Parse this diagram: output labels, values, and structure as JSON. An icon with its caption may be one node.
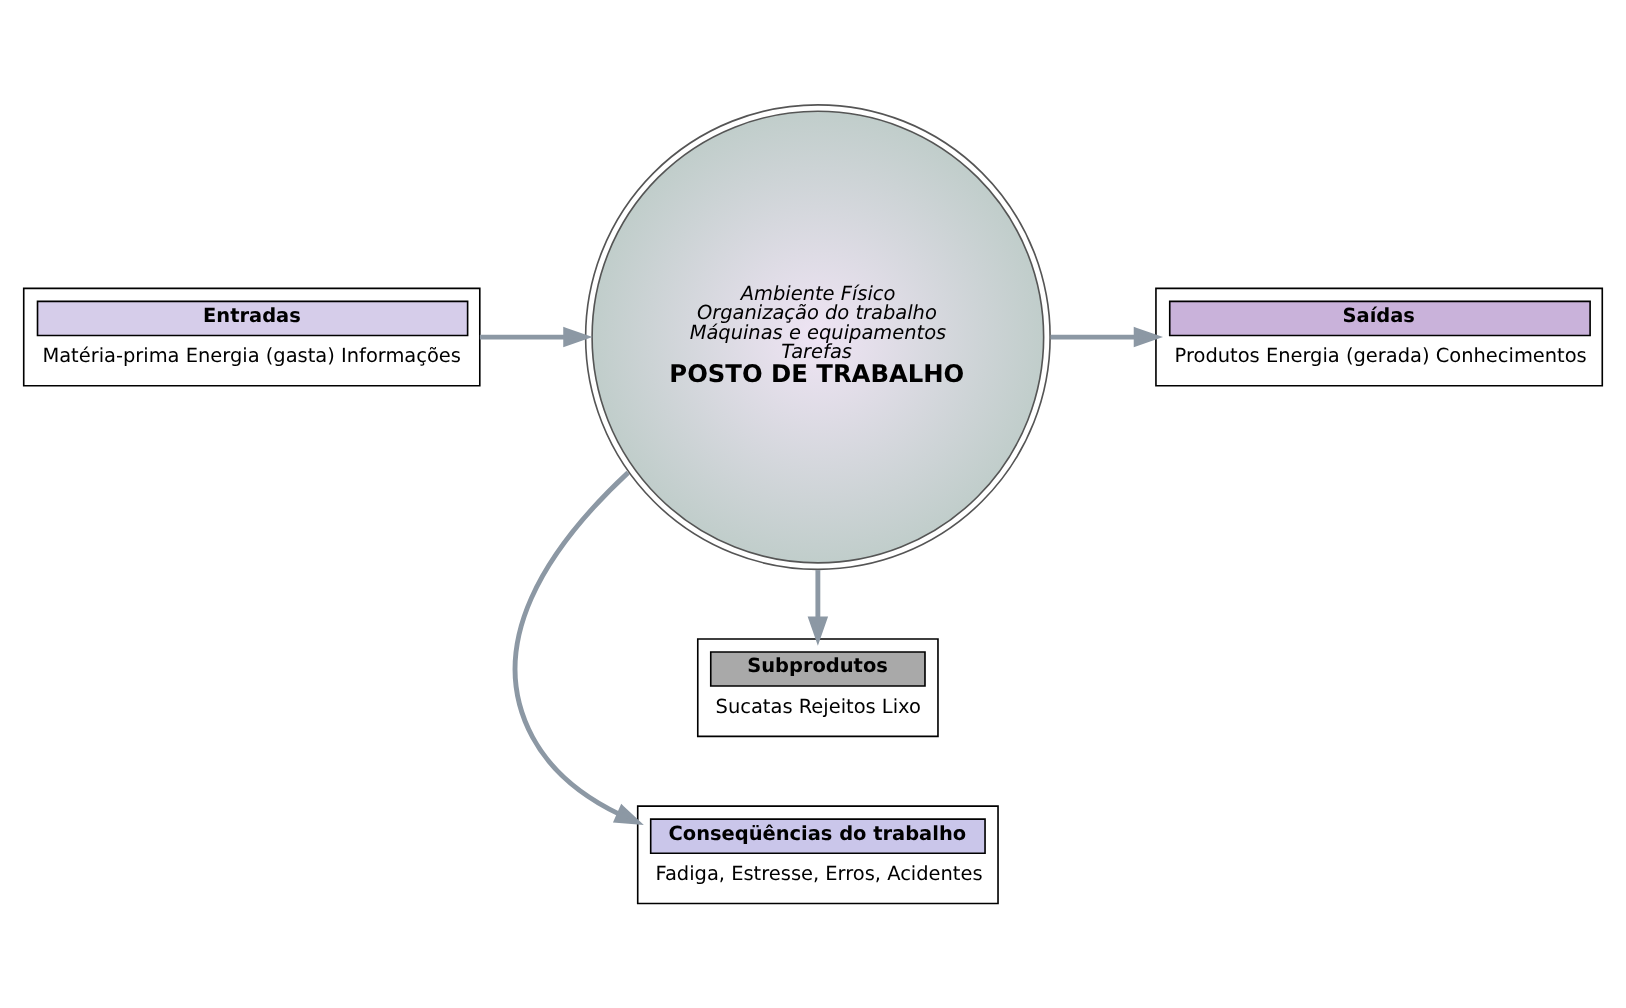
{
  "diagram": {
    "nodes": [
      {
        "text": [
          "Conseqüências do trabalho",
          "Fadiga, Estresse, Erros, Acidentes"
        ]
      },
      {
        "text": [
          "Entradas",
          "Matéria-prima Energia (gasta) Informações"
        ]
      },
      {
        "text": [
          "Ambiente Físico",
          "Organização do trabalho",
          "Máquinas e equipamentos",
          "Tarefas",
          "POSTO DE TRABALHO"
        ]
      },
      {
        "text": [
          "Saídas",
          "Produtos Energia (gerada) Conhecimentos"
        ]
      },
      {
        "text": [
          "Subprodutos",
          "Sucatas Rejeitos Lixo"
        ]
      }
    ],
    "edges": [
      {
        "from": 1,
        "to": 2,
        "arrow": "to"
      },
      {
        "from": 2,
        "to": 3,
        "arrow": "to"
      },
      {
        "from": 2,
        "to": 0,
        "arrow": "to"
      },
      {
        "from": 2,
        "to": 4,
        "arrow": "to"
      }
    ]
  }
}
